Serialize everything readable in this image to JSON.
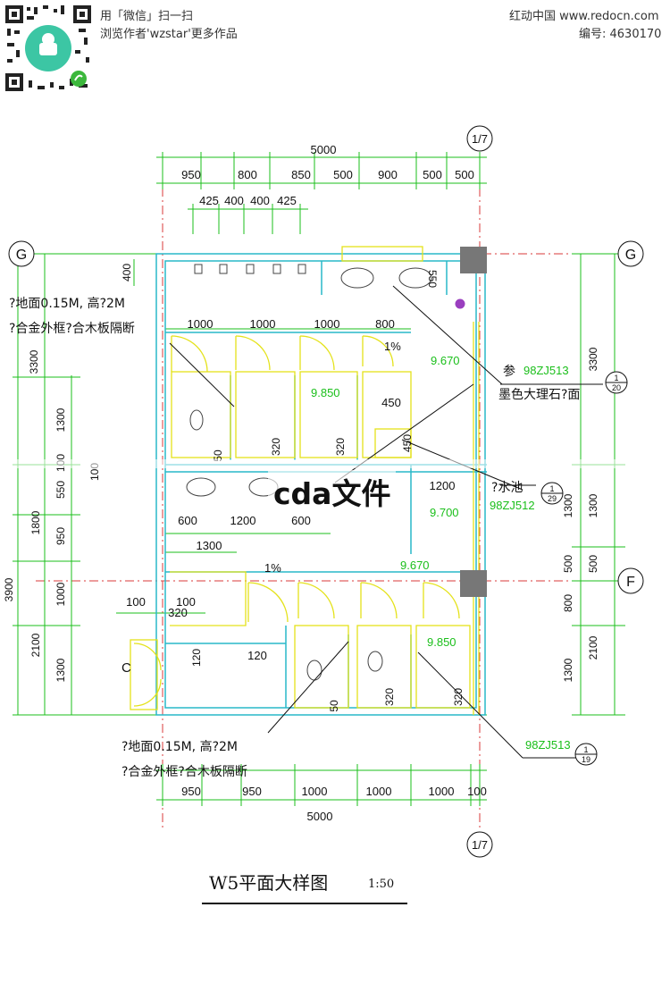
{
  "watermark": {
    "scan_line": "用「微信」扫一扫",
    "author_line": "浏览作者'wzstar'更多作品",
    "site": "红动中国 www.redocn.com",
    "id_label": "编号: 4630170"
  },
  "axes": {
    "top": "1/7",
    "bottom": "1/7",
    "g_left": "G",
    "g_right": "G",
    "f_right": "F"
  },
  "dims": {
    "top_total": "5000",
    "top_row1": [
      "950",
      "800",
      "850",
      "500",
      "900",
      "500",
      "500"
    ],
    "top_row2": [
      "425",
      "400",
      "400",
      "425"
    ],
    "stall_widths": [
      "1000",
      "1000",
      "1000",
      "800"
    ],
    "basin_row": [
      "600",
      "1200",
      "600"
    ],
    "mid_1300": "1300",
    "d450": "450",
    "d1200": "1200",
    "bottom_row": [
      "950",
      "950",
      "1000",
      "1000",
      "1000",
      "100"
    ],
    "bottom_total": "5000",
    "left_outer": [
      "3300",
      "3900"
    ],
    "left_inner": [
      "1300",
      "1800",
      "100",
      "550",
      "950",
      "1000",
      "2100",
      "1300"
    ],
    "left_100": "100",
    "d400": "400",
    "d550": "550",
    "d100a": "100",
    "d100b": "100",
    "d320": "320",
    "d120a": "120",
    "d120b": "120",
    "d320_row": [
      "320",
      "320",
      "320",
      "320"
    ],
    "d50a": "50",
    "d50b": "50",
    "d450v": "450",
    "right_outer": [
      "3300",
      "1300",
      "500",
      "2100"
    ],
    "right_inner": [
      "1300",
      "500",
      "800",
      "1300"
    ]
  },
  "levels": {
    "l9670a": "9.670",
    "l9850a": "9.850",
    "l9700": "9.700",
    "l9670b": "9.670",
    "l9850b": "9.850",
    "slope_a": "1%",
    "slope_b": "1%"
  },
  "notes": {
    "top_left_1": "?地面0.15M, 高?2M",
    "top_left_2": "?合金外框?合木板隔断",
    "bottom_left_1": "?地面0.15M, 高?2M",
    "bottom_left_2": "?合金外框?合木板隔断",
    "ref_prefix": "参",
    "ref_code_a": "98ZJ513",
    "marble": "墨色大理石?面",
    "pool": "?水池",
    "ref_code_b": "98ZJ512",
    "ref_code_c": "98ZJ513",
    "callout_a_num": "1",
    "callout_a_sheet": "20",
    "callout_b_num": "1",
    "callout_b_sheet": "29",
    "callout_c_num": "1",
    "callout_c_sheet": "19",
    "door_mark": "C"
  },
  "overlay": "cda文件",
  "title": {
    "main": "W5平面大样图",
    "scale": "1:50"
  },
  "colors": {
    "dimension": "#1bbf1b",
    "wall": "#29b9c9",
    "fixture": "#e4e21a",
    "axis": "#d83a3a",
    "column": "#777777"
  }
}
